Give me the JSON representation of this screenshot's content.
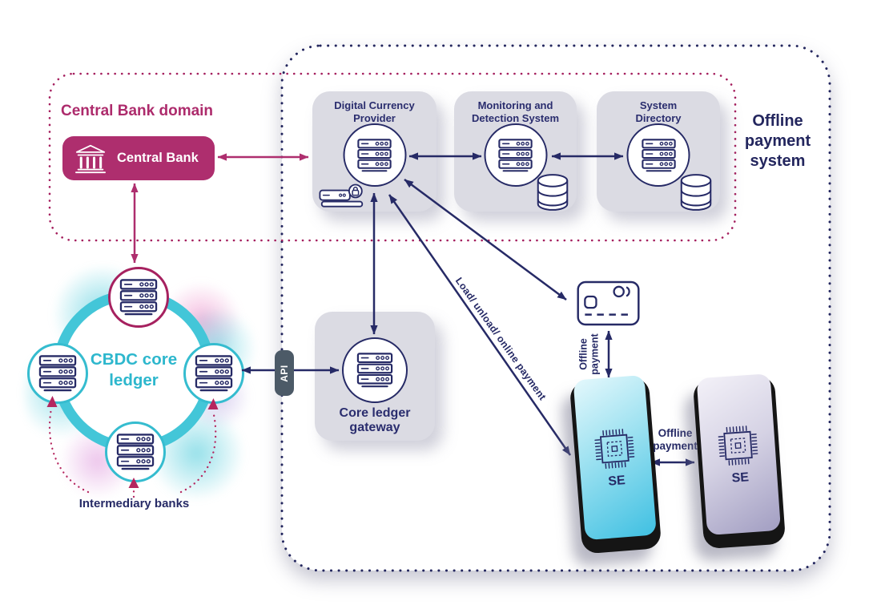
{
  "central_bank_domain": {
    "title": "Central Bank domain",
    "bank_label": "Central Bank"
  },
  "offline_system": {
    "title": {
      "l1": "Offline",
      "l2": "payment",
      "l3": "system"
    },
    "dcp": {
      "l1": "Digital Currency",
      "l2": "Provider"
    },
    "mds": {
      "l1": "Monitoring and",
      "l2": "Detection System"
    },
    "sd": {
      "l1": "System",
      "l2": "Directory"
    },
    "gateway": {
      "l1": "Core ledger",
      "l2": "gateway"
    },
    "api": "API"
  },
  "cbdc": {
    "title": {
      "l1": "CBDC core",
      "l2": "ledger"
    },
    "intermediary": "Intermediary banks"
  },
  "flows": {
    "load_unload": "Load/ unload/ online payment",
    "offline_card": {
      "l1": "Offline",
      "l2": "payment"
    },
    "offline_p2p": {
      "l1": "Offline",
      "l2": "payment"
    },
    "se_left": "SE",
    "se_right": "SE"
  },
  "colors": {
    "navy": "#262a66",
    "magenta": "#ae2e6e",
    "magenta_dots": "#a51f5e",
    "cyan_ring": "#43c6d8",
    "cyan_text": "#2db7cd",
    "box_gray": "#dbdbe3",
    "api_slate": "#4c5a67"
  }
}
